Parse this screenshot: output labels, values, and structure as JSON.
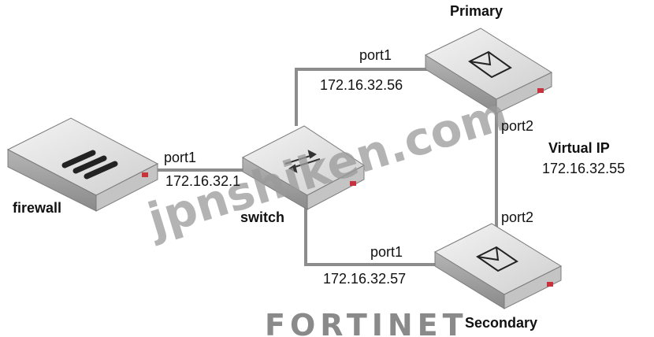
{
  "devices": {
    "firewall": {
      "label": "firewall"
    },
    "switch": {
      "label": "switch"
    },
    "primary": {
      "label": "Primary"
    },
    "secondary": {
      "label": "Secondary"
    }
  },
  "links": {
    "firewall_switch": {
      "port": "port1",
      "ip": "172.16.32.1"
    },
    "switch_primary": {
      "port": "port1",
      "ip": "172.16.32.56"
    },
    "switch_secondary": {
      "port": "port1",
      "ip": "172.16.32.57"
    },
    "primary_secondary": {
      "port_primary": "port2",
      "port_secondary": "port2"
    }
  },
  "virtual_ip": {
    "label": "Virtual IP",
    "ip": "172.16.32.55"
  },
  "watermark": "jpnshiken.com",
  "brand_logo": "FORTINET",
  "colors": {
    "line": "#8c8c8c",
    "device_top": "#e6e6e6",
    "device_side": "#9a9a9a",
    "led": "#c8323c"
  }
}
